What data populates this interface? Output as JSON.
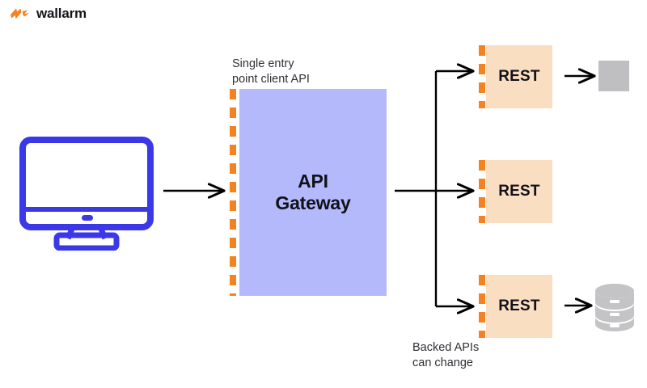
{
  "brand": {
    "name": "wallarm",
    "mark": "lightning-bolt",
    "mark_color": "#F58220",
    "text_color": "#17171c"
  },
  "diagram": {
    "type": "api-gateway-architecture",
    "client": {
      "icon": "desktop-monitor",
      "color": "#3B38E8"
    },
    "gateway": {
      "label": "API\nGateway",
      "fill": "#B4B9FC",
      "boundary_style": "dashed",
      "boundary_color": "#F58220",
      "caption": "Single entry\npoint client API"
    },
    "backends": {
      "caption": "Backed APIs\ncan change",
      "fill": "#F9DEC2",
      "boundary_color": "#F58220",
      "items": [
        {
          "label": "REST",
          "endpoint": "grey-square",
          "endpoint_color": "#BFBFC1"
        },
        {
          "label": "REST",
          "endpoint": "none"
        },
        {
          "label": "REST",
          "endpoint": "database-cylinder",
          "endpoint_color": "#BFBFC1"
        }
      ]
    },
    "arrow_color": "#000000"
  }
}
